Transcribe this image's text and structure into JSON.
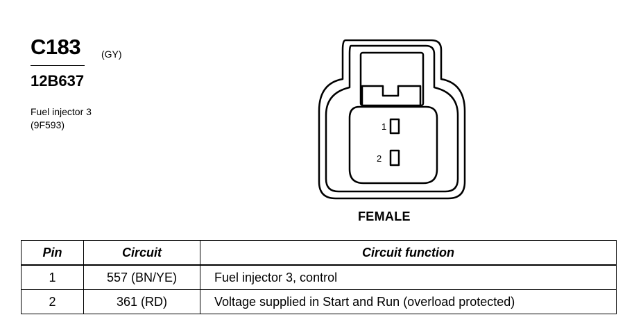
{
  "connector": {
    "id": "C183",
    "color_code": "(GY)",
    "part_number": "12B637",
    "description": "Fuel injector 3",
    "service_part": "(9F593)"
  },
  "diagram": {
    "pin_labels": [
      "1",
      "2"
    ],
    "gender": "FEMALE"
  },
  "table": {
    "headers": [
      "Pin",
      "Circuit",
      "Circuit function"
    ],
    "rows": [
      {
        "pin": "1",
        "circuit": "557 (BN/YE)",
        "function": "Fuel injector 3, control"
      },
      {
        "pin": "2",
        "circuit": "361 (RD)",
        "function": "Voltage supplied in Start and Run (overload protected)"
      }
    ]
  }
}
